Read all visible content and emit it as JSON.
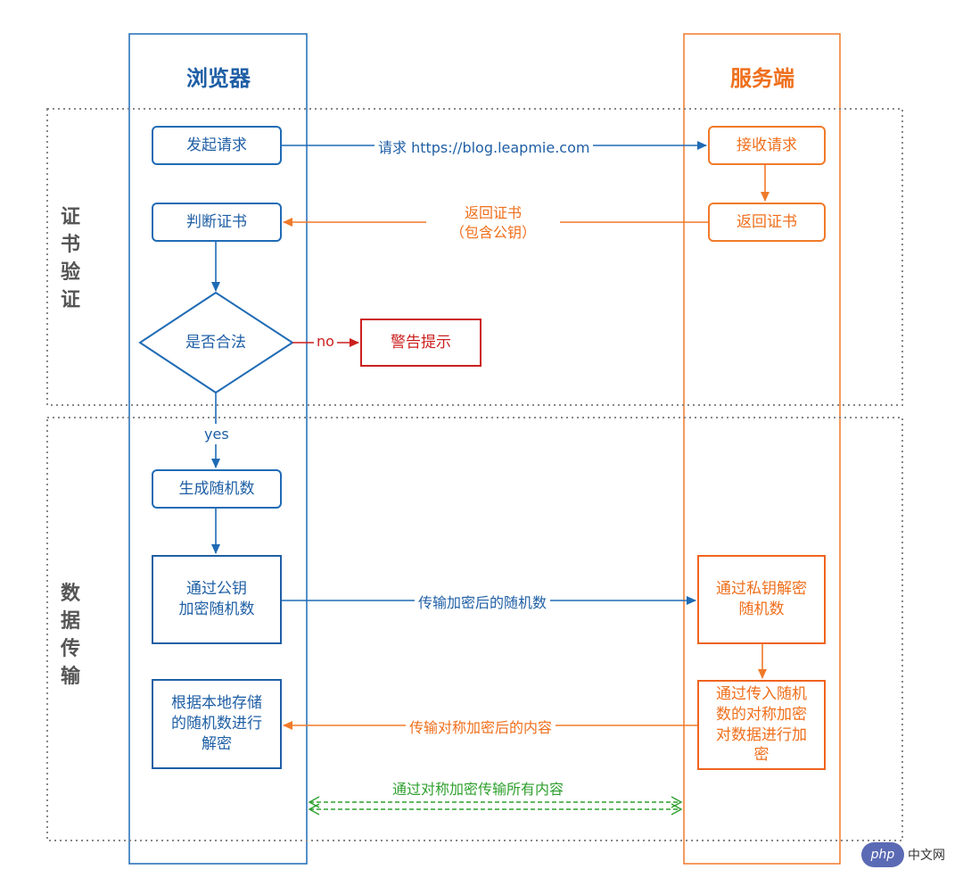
{
  "lanes": {
    "browser": "浏览器",
    "server": "服务端"
  },
  "sections": {
    "cert": "证\n书\n验\n证",
    "data": "数\n据\n传\n输"
  },
  "browser_nodes": {
    "send_request": "发起请求",
    "judge_cert": "判断证书",
    "is_valid": "是否合法",
    "warning": "警告提示",
    "gen_random": "生成随机数",
    "encrypt_pub": "通过公钥\n加密随机数",
    "decrypt_local": "根据本地存储\n的随机数进行\n解密"
  },
  "server_nodes": {
    "receive": "接收请求",
    "return_cert": "返回证书",
    "decrypt_priv": "通过私钥解密\n随机数",
    "encrypt_sym": "通过传入随机\n数的对称加密\n对数据进行加\n密"
  },
  "arrow_labels": {
    "request": "请求 https://blog.leapmie.com",
    "return_cert": "返回证书\n（包含公钥）",
    "no": "no",
    "yes": "yes",
    "transfer_encrypted_random": "传输加密后的随机数",
    "transfer_sym_content": "传输对称加密后的内容",
    "sym_all": "通过对称加密传输所有内容"
  },
  "colors": {
    "blue": "#1f6bb5",
    "orange": "#f07a2a",
    "red": "#cc1f1f",
    "green": "#2ea02e",
    "gray": "#888888"
  },
  "watermark": {
    "badge": "php",
    "text": "中文网"
  }
}
